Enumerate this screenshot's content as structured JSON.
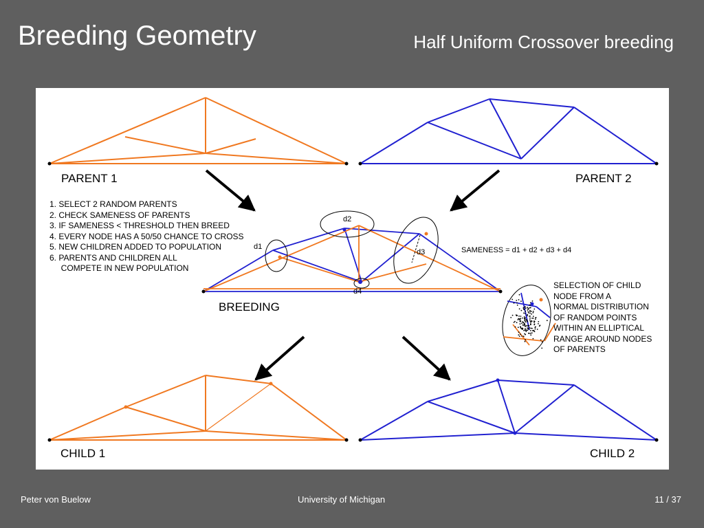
{
  "slide": {
    "title": "Breeding Geometry",
    "subtitle": "Half Uniform Crossover breeding"
  },
  "figure": {
    "labels": {
      "parent1": "PARENT 1",
      "parent2": "PARENT 2",
      "breeding": "BREEDING",
      "child1": "CHILD 1",
      "child2": "CHILD 2",
      "d1": "d1",
      "d2": "d2",
      "d3": "d3",
      "d4": "d4",
      "sameness": "SAMENESS = d1 + d2 + d3 + d4"
    },
    "steps": [
      "1.  SELECT 2 RANDOM PARENTS",
      "2.  CHECK SAMENESS OF PARENTS",
      "3.  IF SAMENESS < THRESHOLD THEN BREED",
      "4.  EVERY NODE HAS A 50/50 CHANCE TO CROSS",
      "5.  NEW CHILDREN ADDED TO POPULATION",
      "6.  PARENTS AND CHILDREN ALL",
      "     COMPETE IN NEW POPULATION"
    ],
    "selection_note": [
      "SELECTION OF CHILD",
      "NODE FROM A",
      "NORMAL DISTRIBUTION",
      "OF RANDOM POINTS",
      "WITHIN AN ELLIPTICAL",
      "RANGE AROUND NODES",
      "OF PARENTS"
    ],
    "colors": {
      "parent1": "#f07820",
      "parent2": "#2020d0",
      "arrow": "#000000"
    }
  },
  "footer": {
    "author": "Peter von Buelow",
    "institution": "University of Michigan",
    "page": "11 / 37"
  }
}
